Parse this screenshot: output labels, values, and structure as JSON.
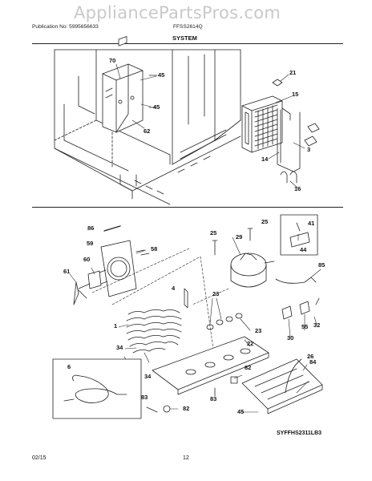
{
  "watermark": "AppliancePartsPros.com",
  "header": {
    "publication": "Publication No: 5995656633",
    "model": "FFSS2614Q",
    "section": "SYSTEM"
  },
  "callouts": {
    "c70": "70",
    "c45a": "45",
    "c45b": "45",
    "c62": "62",
    "c21": "21",
    "c15": "15",
    "c14": "14",
    "c3": "3",
    "c16": "16",
    "c86": "86",
    "c59": "59",
    "c58": "58",
    "c60": "60",
    "c61": "61",
    "c4": "4",
    "c1": "1",
    "c34a": "34",
    "c34b": "34",
    "c25a": "25",
    "c25b": "25",
    "c29": "29",
    "c23a": "23",
    "c23b": "23",
    "c22": "22",
    "c82a": "82",
    "c82b": "82",
    "c83a": "83",
    "c83b": "83",
    "c41": "41",
    "c44": "44",
    "c85": "85",
    "c55": "55",
    "c32": "32",
    "c30": "30",
    "c26": "26",
    "c84": "84",
    "c45c": "45",
    "c6": "6"
  },
  "figure_code": "SYFFHS2311LB3",
  "footer": {
    "date": "02/15",
    "page": "12"
  }
}
